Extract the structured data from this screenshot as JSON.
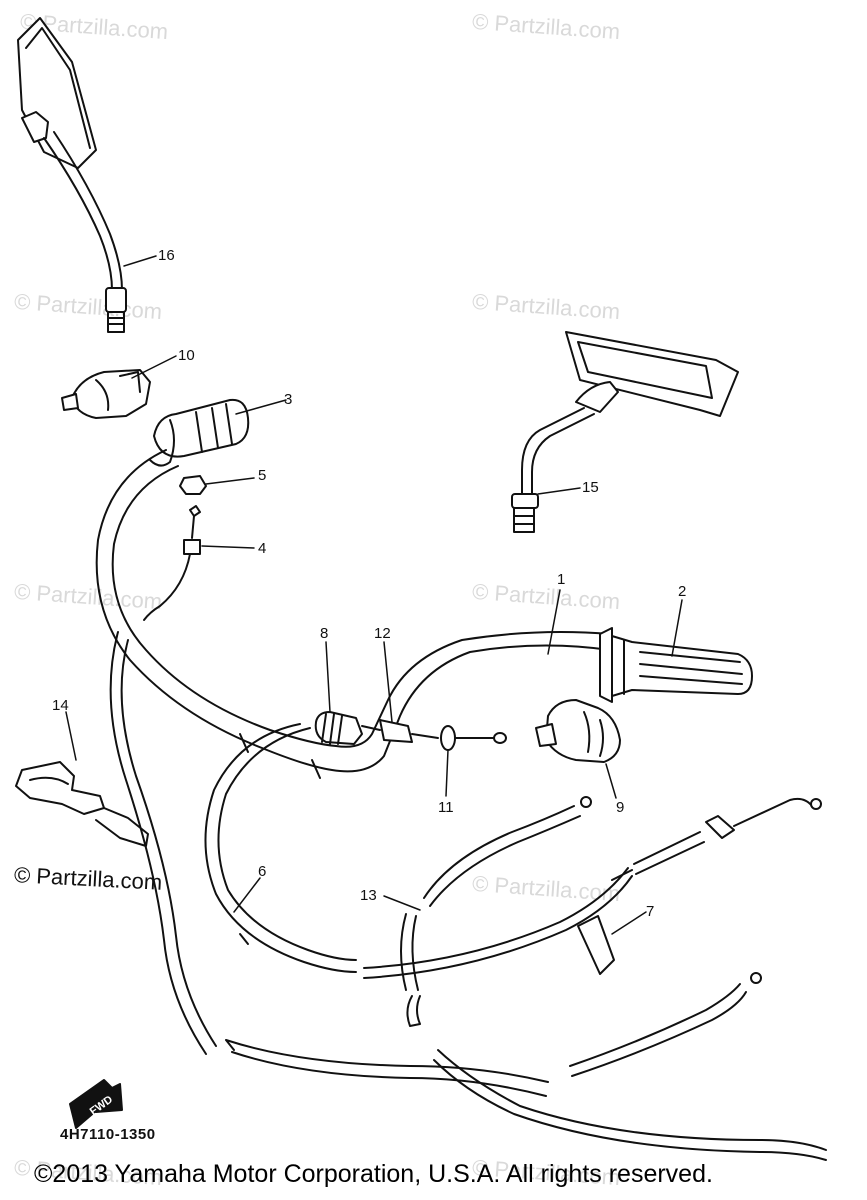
{
  "watermark_text": "© Partzilla.com",
  "corner_watermark": "© Partzilla.com",
  "part_code": "4H7110-1350",
  "copyright": "©2013  Yamaha Motor Corporation, U.S.A. All rights reserved.",
  "fwd_label": "FWD",
  "callouts": {
    "c1": "1",
    "c2": "2",
    "c3": "3",
    "c4": "4",
    "c5": "5",
    "c6": "6",
    "c7": "7",
    "c8": "8",
    "c9": "9",
    "c10": "10",
    "c11": "11",
    "c12": "12",
    "c13": "13",
    "c14": "14",
    "c15": "15",
    "c16": "16"
  }
}
